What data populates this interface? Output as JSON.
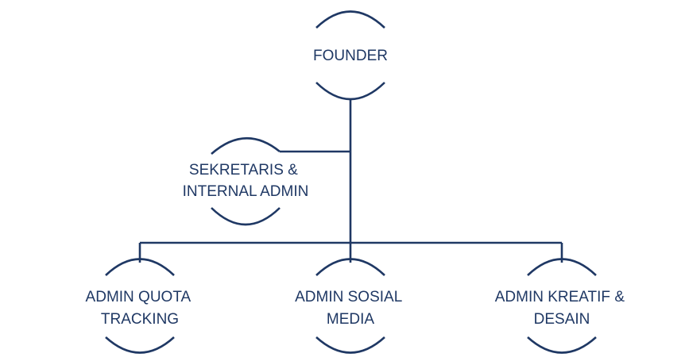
{
  "diagram": {
    "colors": {
      "line": "#1f3864",
      "text": "#1f3864",
      "background": "#ffffff"
    },
    "nodes": {
      "founder": {
        "lines": [
          "FOUNDER"
        ]
      },
      "secretary": {
        "lines": [
          "SEKRETARIS &",
          "INTERNAL ADMIN"
        ]
      },
      "quota": {
        "lines": [
          "ADMIN QUOTA",
          "TRACKING"
        ]
      },
      "social": {
        "lines": [
          "ADMIN SOSIAL",
          "MEDIA"
        ]
      },
      "creative": {
        "lines": [
          "ADMIN KREATIF &",
          "DESAIN"
        ]
      }
    }
  }
}
